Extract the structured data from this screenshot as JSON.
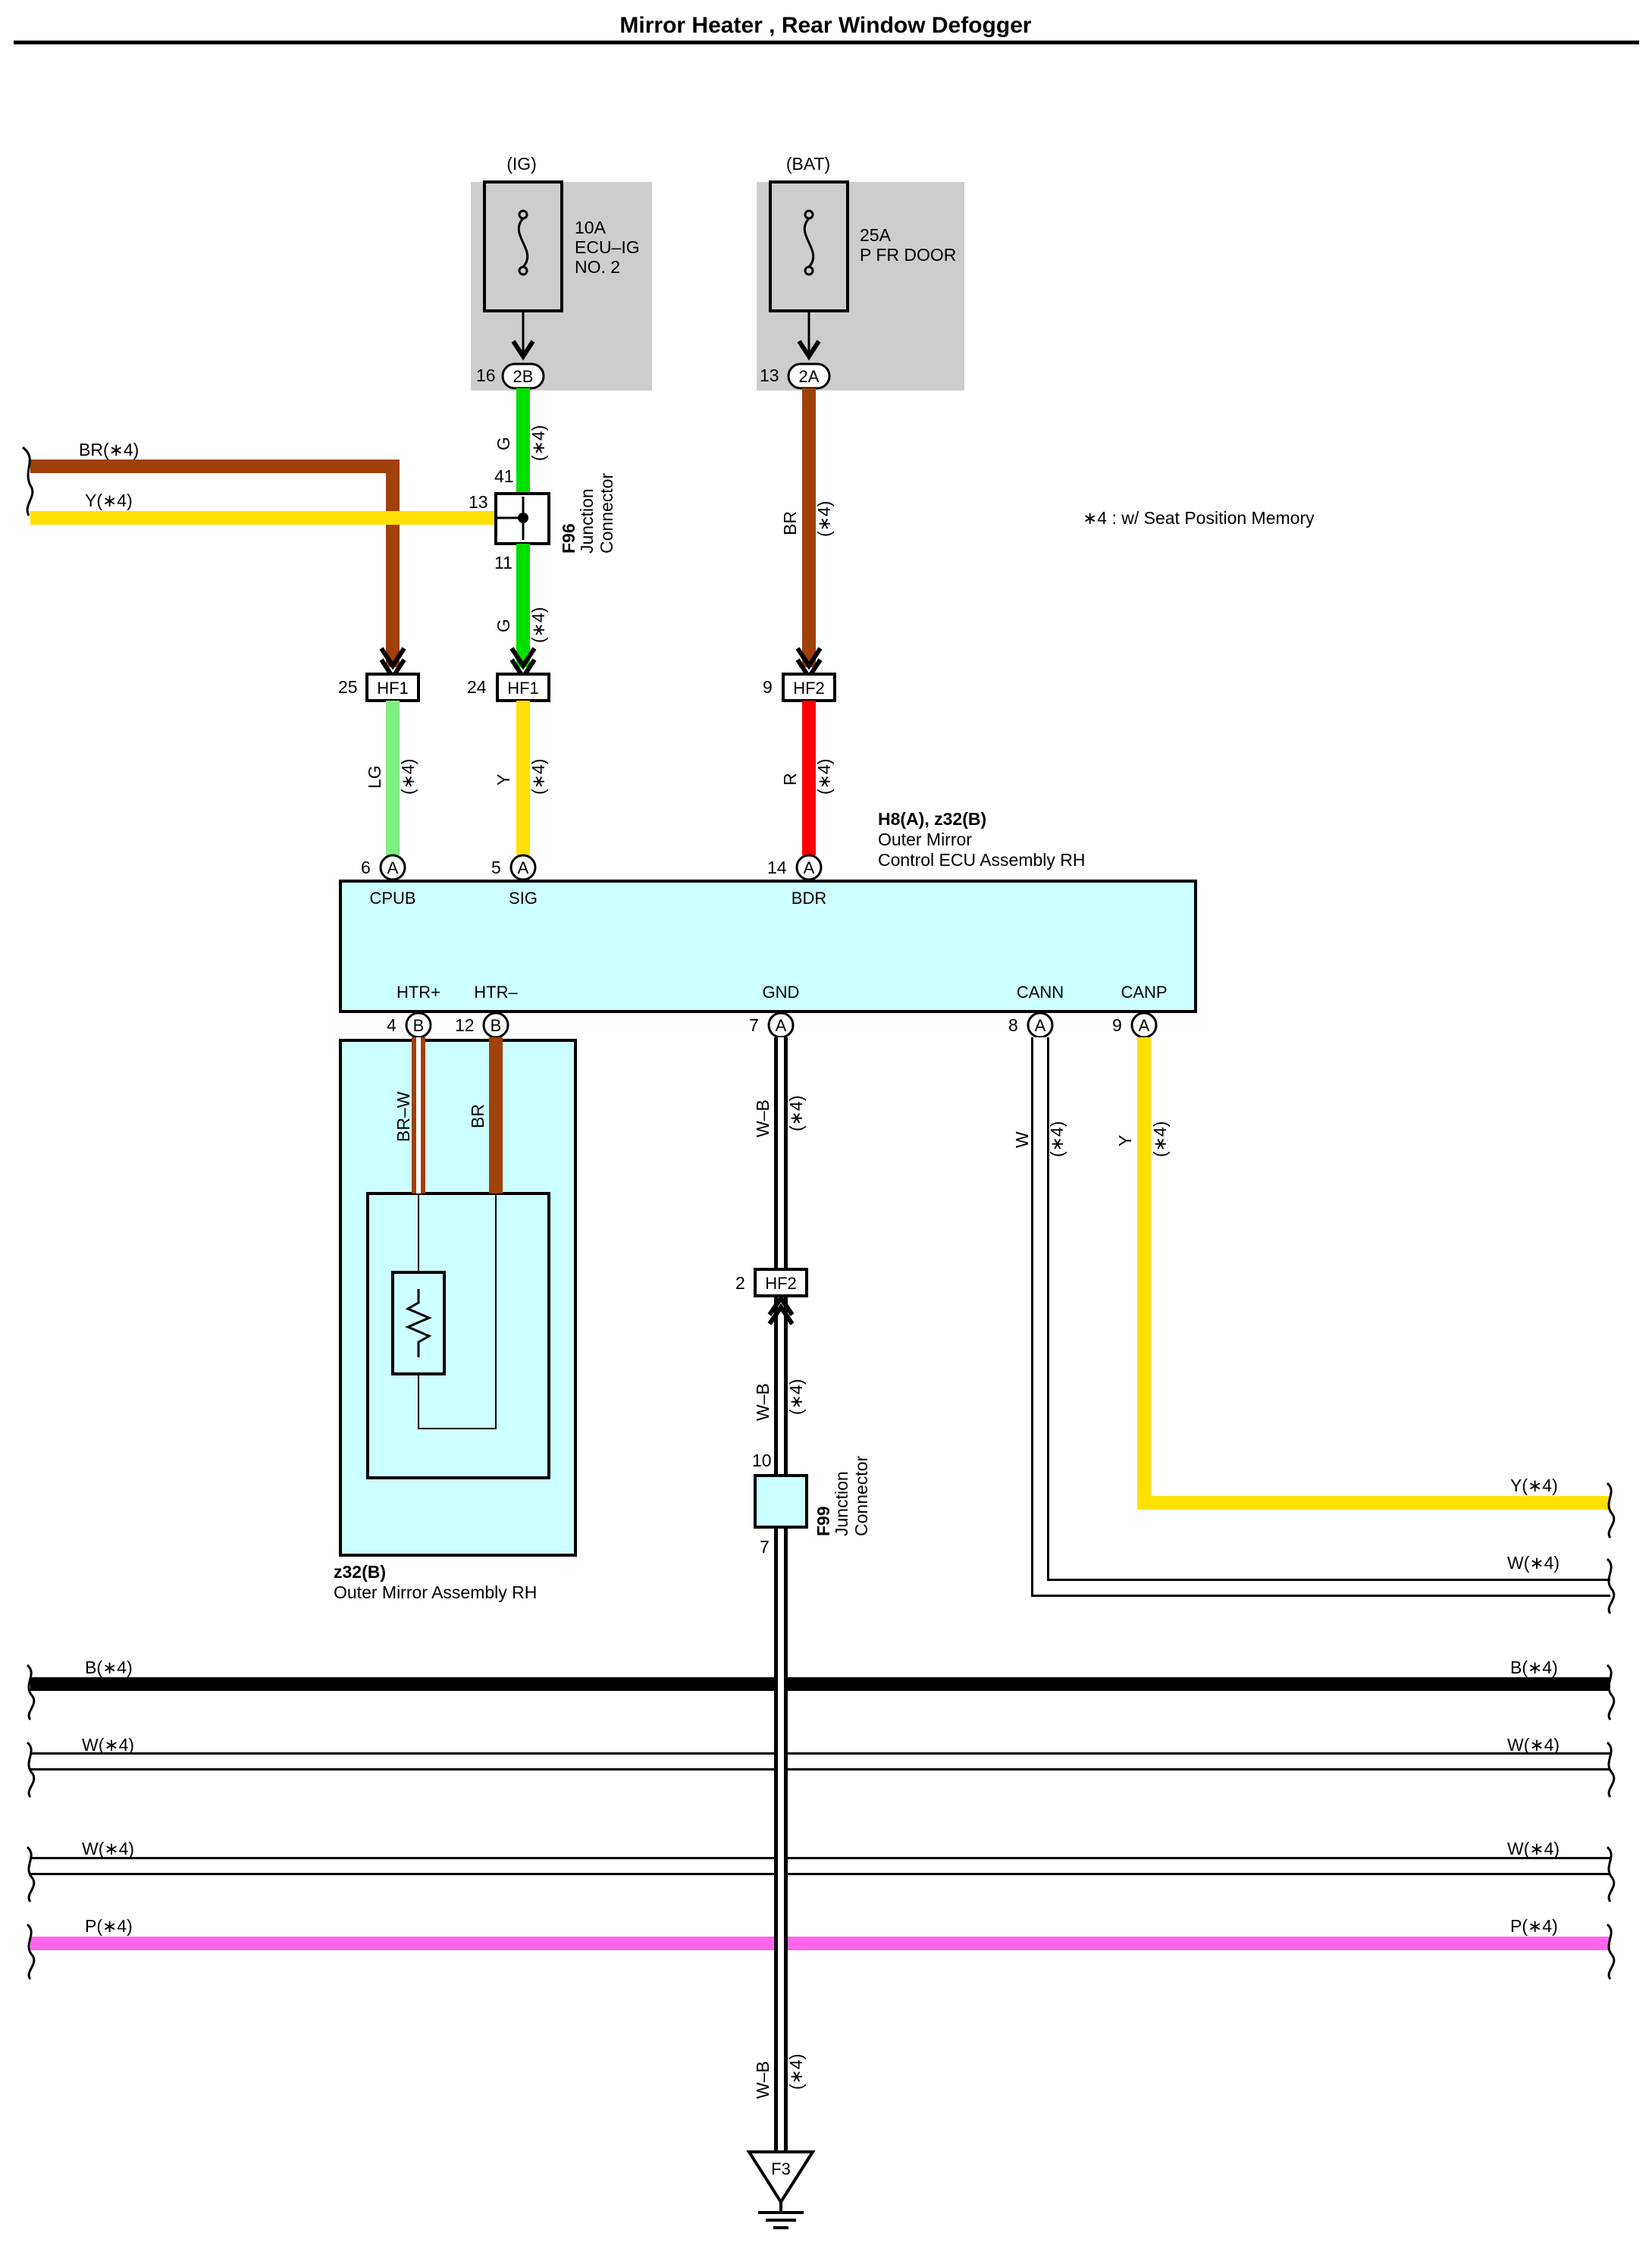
{
  "title": "Mirror Heater , Rear Window Defogger",
  "note": "∗4 : w/ Seat Position Memory",
  "fuses": [
    {
      "source": "(IG)",
      "rating": "10A",
      "name_line1": "ECU–IG",
      "name_line2": "NO. 2",
      "pin": "16",
      "connector": "2B"
    },
    {
      "source": "(BAT)",
      "rating": "25A",
      "name_line1": "P FR DOOR",
      "name_line2": "",
      "pin": "13",
      "connector": "2A"
    }
  ],
  "junction_f96": {
    "id": "F96",
    "label_line1": "Junction",
    "label_line2": "Connector",
    "pins": [
      "41",
      "13",
      "11"
    ]
  },
  "junction_f99": {
    "id": "F99",
    "label_line1": "Junction",
    "label_line2": "Connector",
    "pins": [
      "10",
      "7"
    ]
  },
  "connectors": [
    {
      "pin": "25",
      "name": "HF1"
    },
    {
      "pin": "24",
      "name": "HF1"
    },
    {
      "pin": "9",
      "name": "HF2"
    },
    {
      "pin": "2",
      "name": "HF2"
    }
  ],
  "ecu": {
    "id": "H8(A), z32(B)",
    "name_line1": "Outer Mirror",
    "name_line2": "Control ECU Assembly RH",
    "top_pins": [
      {
        "num": "6",
        "letter": "A",
        "name": "CPUB"
      },
      {
        "num": "5",
        "letter": "A",
        "name": "SIG"
      },
      {
        "num": "14",
        "letter": "A",
        "name": "BDR"
      }
    ],
    "bottom_pins": [
      {
        "num": "4",
        "letter": "B",
        "name": "HTR+"
      },
      {
        "num": "12",
        "letter": "B",
        "name": "HTR–"
      },
      {
        "num": "7",
        "letter": "A",
        "name": "GND"
      },
      {
        "num": "8",
        "letter": "A",
        "name": "CANN"
      },
      {
        "num": "9",
        "letter": "A",
        "name": "CANP"
      }
    ]
  },
  "mirror_assembly": {
    "id": "z32(B)",
    "name": "Outer Mirror Assembly RH"
  },
  "ground": {
    "id": "F3"
  },
  "wire_labels": {
    "br_in": "BR(∗4)",
    "y_in": "Y(∗4)",
    "g_top": "G",
    "g_mid": "G",
    "br_main": "BR",
    "lg": "LG",
    "y_sig": "Y",
    "r_bdr": "R",
    "br_w": "BR–W",
    "br_htr": "BR",
    "wb_1": "W–B",
    "wb_2": "W–B",
    "wb_3": "W–B",
    "w_cann": "W",
    "y_canp": "Y",
    "opt": "(∗4)",
    "y_out": "Y(∗4)",
    "w_out": "W(∗4)",
    "bus_b": "B(∗4)",
    "bus_w1": "W(∗4)",
    "bus_w2": "W(∗4)",
    "bus_p": "P(∗4)"
  },
  "colors": {
    "brown": "#a0400a",
    "yellow": "#ffe000",
    "green": "#00e000",
    "light_green": "#80ee80",
    "red": "#ff0000",
    "pink": "#ff66ee",
    "black": "#000000",
    "fuse_box": "#cdcdcd",
    "ecu_fill": "#ccffff"
  }
}
